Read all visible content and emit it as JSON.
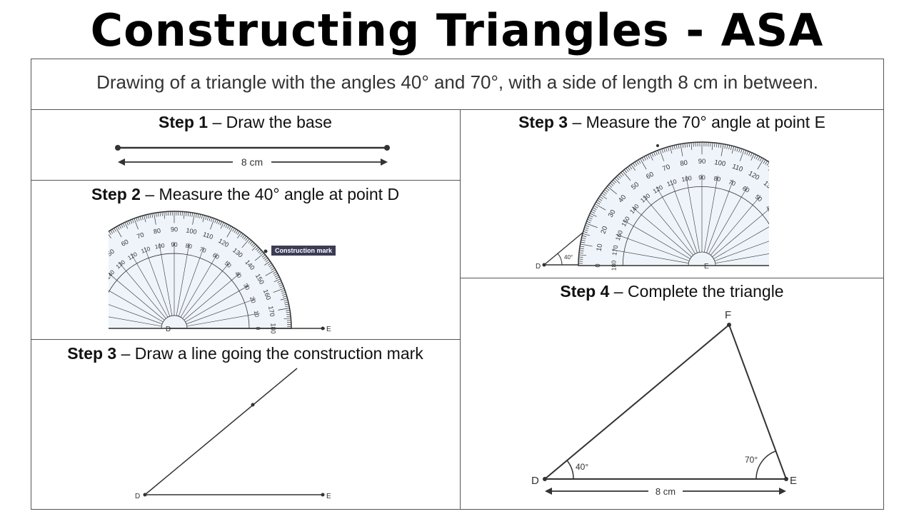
{
  "title": "Constructing Triangles - ASA",
  "intro": "Drawing of a triangle with the angles 40° and 70°, with a side of length 8 cm in between.",
  "steps": [
    {
      "label": "Step 1",
      "text": "– Draw the base"
    },
    {
      "label": "Step 2",
      "text": "– Measure the 40° angle at point D"
    },
    {
      "label": "Step 3",
      "text": "– Draw a line going the construction mark"
    },
    {
      "label": "Step 3",
      "text": "– Measure the 70° angle at point E"
    },
    {
      "label": "Step 4",
      "text": "– Complete the triangle"
    }
  ],
  "diagram": {
    "base_length": "8 cm",
    "point_d": "D",
    "point_e": "E",
    "point_f": "F",
    "angle_d": "40°",
    "angle_e": "70°",
    "construction_mark": "Construction mark",
    "protractor_outer": [
      "0",
      "10",
      "20",
      "30",
      "40",
      "50",
      "60",
      "70",
      "80",
      "90",
      "100",
      "110",
      "120",
      "130",
      "140",
      "150",
      "160",
      "170",
      "180"
    ],
    "protractor_inner": [
      "180",
      "170",
      "160",
      "150",
      "140",
      "130",
      "120",
      "110",
      "100",
      "90",
      "80",
      "70",
      "60",
      "50",
      "40",
      "30",
      "20",
      "10",
      "0"
    ]
  }
}
